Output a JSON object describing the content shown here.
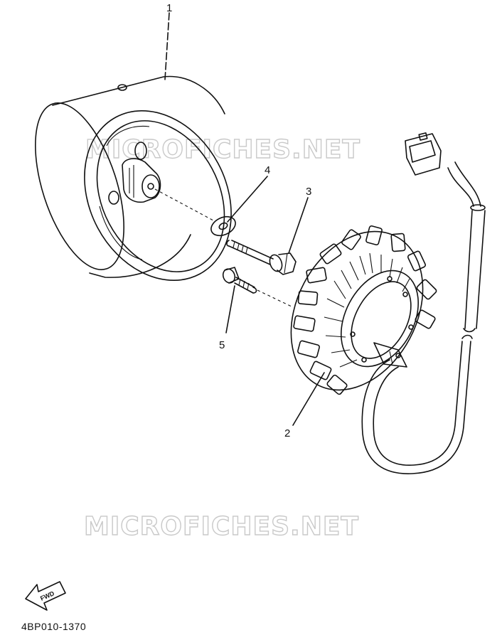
{
  "watermarks": [
    "MICROFICHES.NET",
    "MICROFICHES.NET"
  ],
  "callouts": [
    "1",
    "2",
    "3",
    "4",
    "5"
  ],
  "fwd_label": "FWD",
  "diagram_code": "4BP010-1370"
}
